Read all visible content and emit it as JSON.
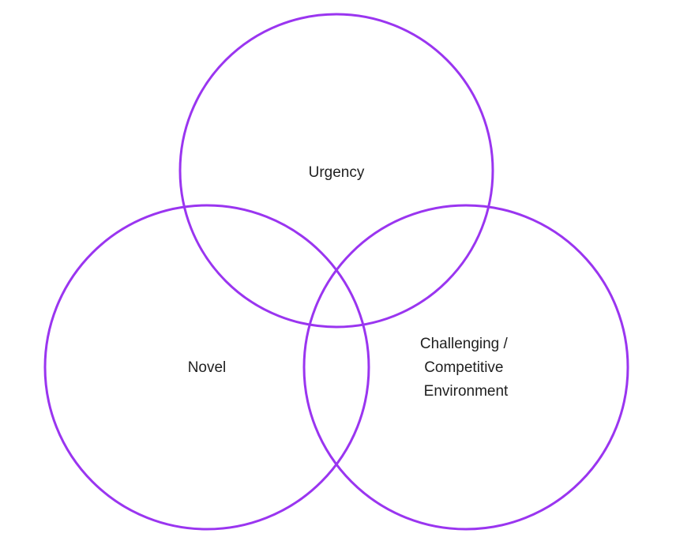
{
  "diagram": {
    "type": "venn",
    "stroke_color": "#9a35f0",
    "sets": [
      {
        "id": "urgency",
        "label_lines": [
          "Urgency"
        ]
      },
      {
        "id": "novel",
        "label_lines": [
          "Novel"
        ]
      },
      {
        "id": "challenging",
        "label_lines": [
          "Challenging /",
          "Competitive",
          "Environment"
        ]
      }
    ]
  }
}
